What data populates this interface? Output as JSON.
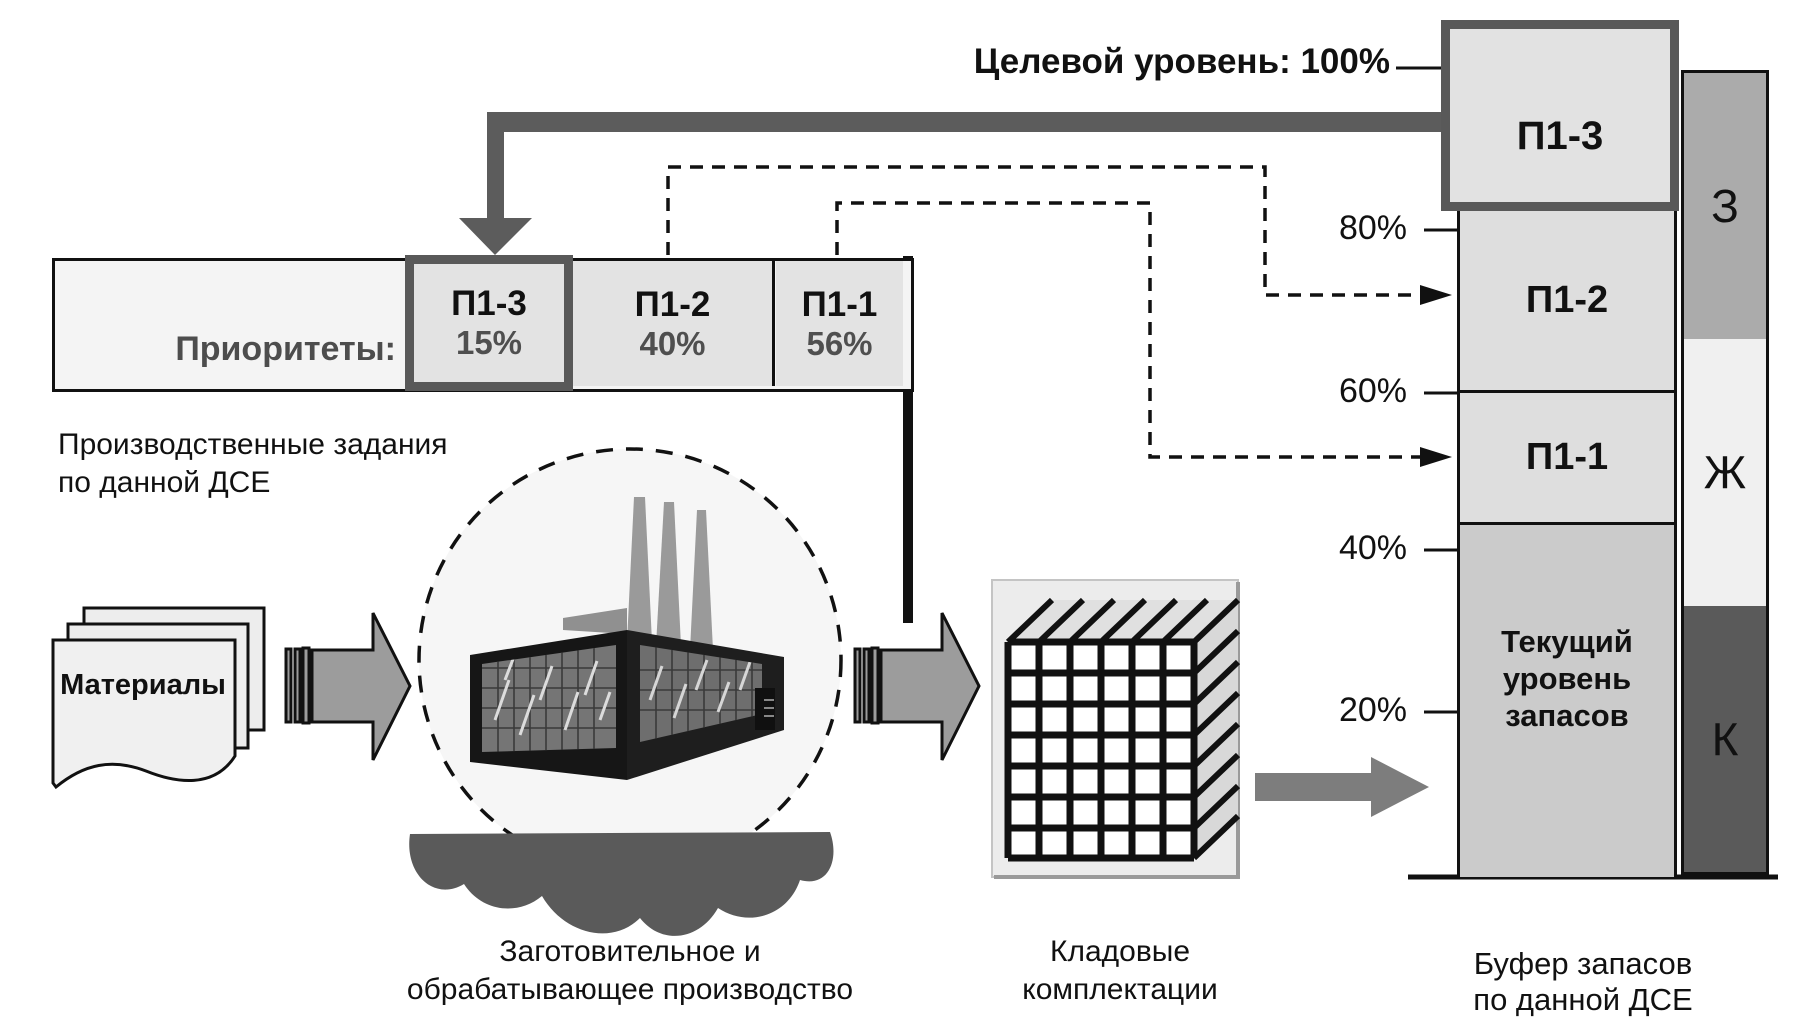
{
  "target": {
    "label": "Целевой уровень: 100%"
  },
  "priorities": {
    "label": "Приоритеты:",
    "segments": [
      {
        "name": "П1-3",
        "percent": "15%"
      },
      {
        "name": "П1-2",
        "percent": "40%"
      },
      {
        "name": "П1-1",
        "percent": "56%"
      }
    ],
    "caption_line1": "Производственные задания",
    "caption_line2": "по данной ДСЕ"
  },
  "materials": {
    "label": "Материалы"
  },
  "factory": {
    "caption_line1": "Заготовительное и",
    "caption_line2": "обрабатывающее производство"
  },
  "warehouse": {
    "caption_line1": "Кладовые",
    "caption_line2": "комплектации"
  },
  "buffer": {
    "segments": [
      {
        "name": "П1-3"
      },
      {
        "name": "П1-2"
      },
      {
        "name": "П1-1"
      },
      {
        "name": "Текущий уровень запасов"
      }
    ],
    "ticks": [
      {
        "label": "80%"
      },
      {
        "label": "60%"
      },
      {
        "label": "40%"
      },
      {
        "label": "20%"
      }
    ],
    "zones": [
      {
        "label": "З",
        "color": "#ababab"
      },
      {
        "label": "Ж",
        "color": "#f0f0f0"
      },
      {
        "label": "К",
        "color": "#5a5a5a"
      }
    ],
    "caption_line1": "Буфер запасов",
    "caption_line2": "по данной ДСЕ"
  },
  "colors": {
    "accent_gray": "#5c5c5c",
    "segment_fill": "#e3e3e3",
    "current_level_fill": "#cbcbcb",
    "dashed_line": "#111111"
  }
}
